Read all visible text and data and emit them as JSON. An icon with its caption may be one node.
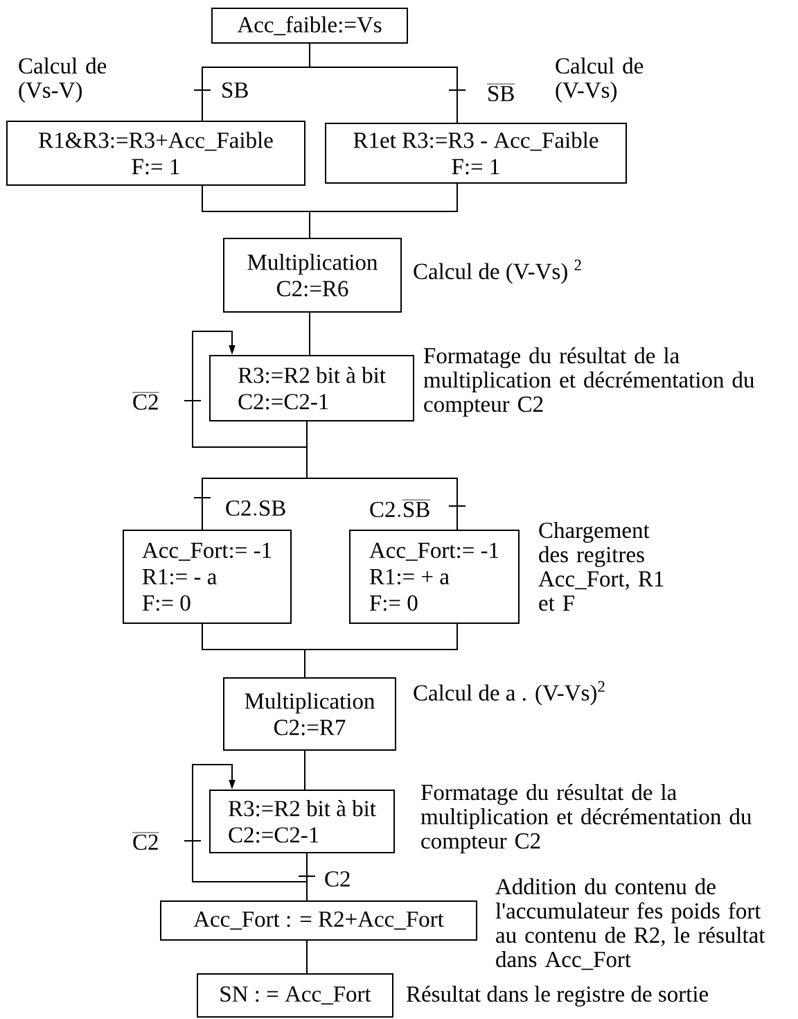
{
  "diagram": {
    "nodes": [
      {
        "text": [
          "Acc_faible:=Vs"
        ]
      },
      {
        "text": [
          "R1&R3:=R3+Acc_Faible",
          "F:= 1"
        ],
        "beside": [
          "Calcul de (Vs-V)"
        ]
      },
      {
        "text": [
          "R1et R3:=R3 - Acc_Faible",
          "F:= 1"
        ],
        "beside": [
          "Calcul de (V-Vs)"
        ]
      },
      {
        "text": [
          "Multiplication",
          "C2:=R6"
        ],
        "beside": [
          "Calcul de (V-Vs) $^{2}$"
        ]
      },
      {
        "text": [
          "R3:=R2 bit à bit",
          "C2:=C2-1"
        ],
        "beside": [
          "Formatage du résultat de la multiplication et décrémentation du compteur C2"
        ]
      },
      {
        "text": [
          "Acc_Fort:= -1",
          "R1:= - a",
          "F:= 0"
        ]
      },
      {
        "text": [
          "Acc_Fort:= -1",
          "R1:= + a",
          "F:= 0"
        ],
        "beside": [
          "Chargement des regitres Acc_Fort, R1 et F"
        ]
      },
      {
        "text": [
          "Multiplication",
          "C2:=R7"
        ],
        "beside": [
          "Calcul de a . (V-Vs)$^{2}$"
        ]
      },
      {
        "text": [
          "R3:=R2 bit à bit",
          "C2:=C2-1"
        ],
        "beside": [
          "Formatage du résultat de la multiplication et décrémentation du compteur C2"
        ]
      },
      {
        "text": [
          "Acc_Fort : = R2+Acc_Fort"
        ],
        "beside": [
          "Addition du contenu de l'accumulateur fes poids fort au contenu de R2, le résultat dans Acc_Fort"
        ]
      },
      {
        "text": [
          "SN : = Acc_Fort"
        ],
        "beside": [
          "Résultat dans le registre de sortie"
        ]
      }
    ],
    "edges": [
      {
        "from": 0,
        "to": 1,
        "arrow": "none",
        "label": "\\mathrm{SB}"
      },
      {
        "from": 0,
        "to": 2,
        "arrow": "none",
        "label": "\\overline{\\mathrm{SB}}"
      },
      {
        "from": 1,
        "to": 3,
        "arrow": "none"
      },
      {
        "from": 2,
        "to": 3,
        "arrow": "none"
      },
      {
        "from": 3,
        "to": 4,
        "arrow": "none"
      },
      {
        "from": 4,
        "to": 4,
        "arrow": "to",
        "label": "\\overline{\\mathrm{C2}}"
      },
      {
        "from": 4,
        "to": 5,
        "arrow": "none",
        "label": "\\mathrm{C2.SB}"
      },
      {
        "from": 4,
        "to": 6,
        "arrow": "none",
        "label": "\\mathrm{C2.}\\overline{\\mathrm{SB}}"
      },
      {
        "from": 5,
        "to": 7,
        "arrow": "none"
      },
      {
        "from": 6,
        "to": 7,
        "arrow": "none"
      },
      {
        "from": 7,
        "to": 8,
        "arrow": "none"
      },
      {
        "from": 8,
        "to": 8,
        "arrow": "to",
        "label": "\\overline{\\mathrm{C2}}"
      },
      {
        "from": 8,
        "to": 9,
        "arrow": "none",
        "label": "\\mathrm{C2}"
      },
      {
        "from": 9,
        "to": 10,
        "arrow": "none"
      }
    ]
  }
}
